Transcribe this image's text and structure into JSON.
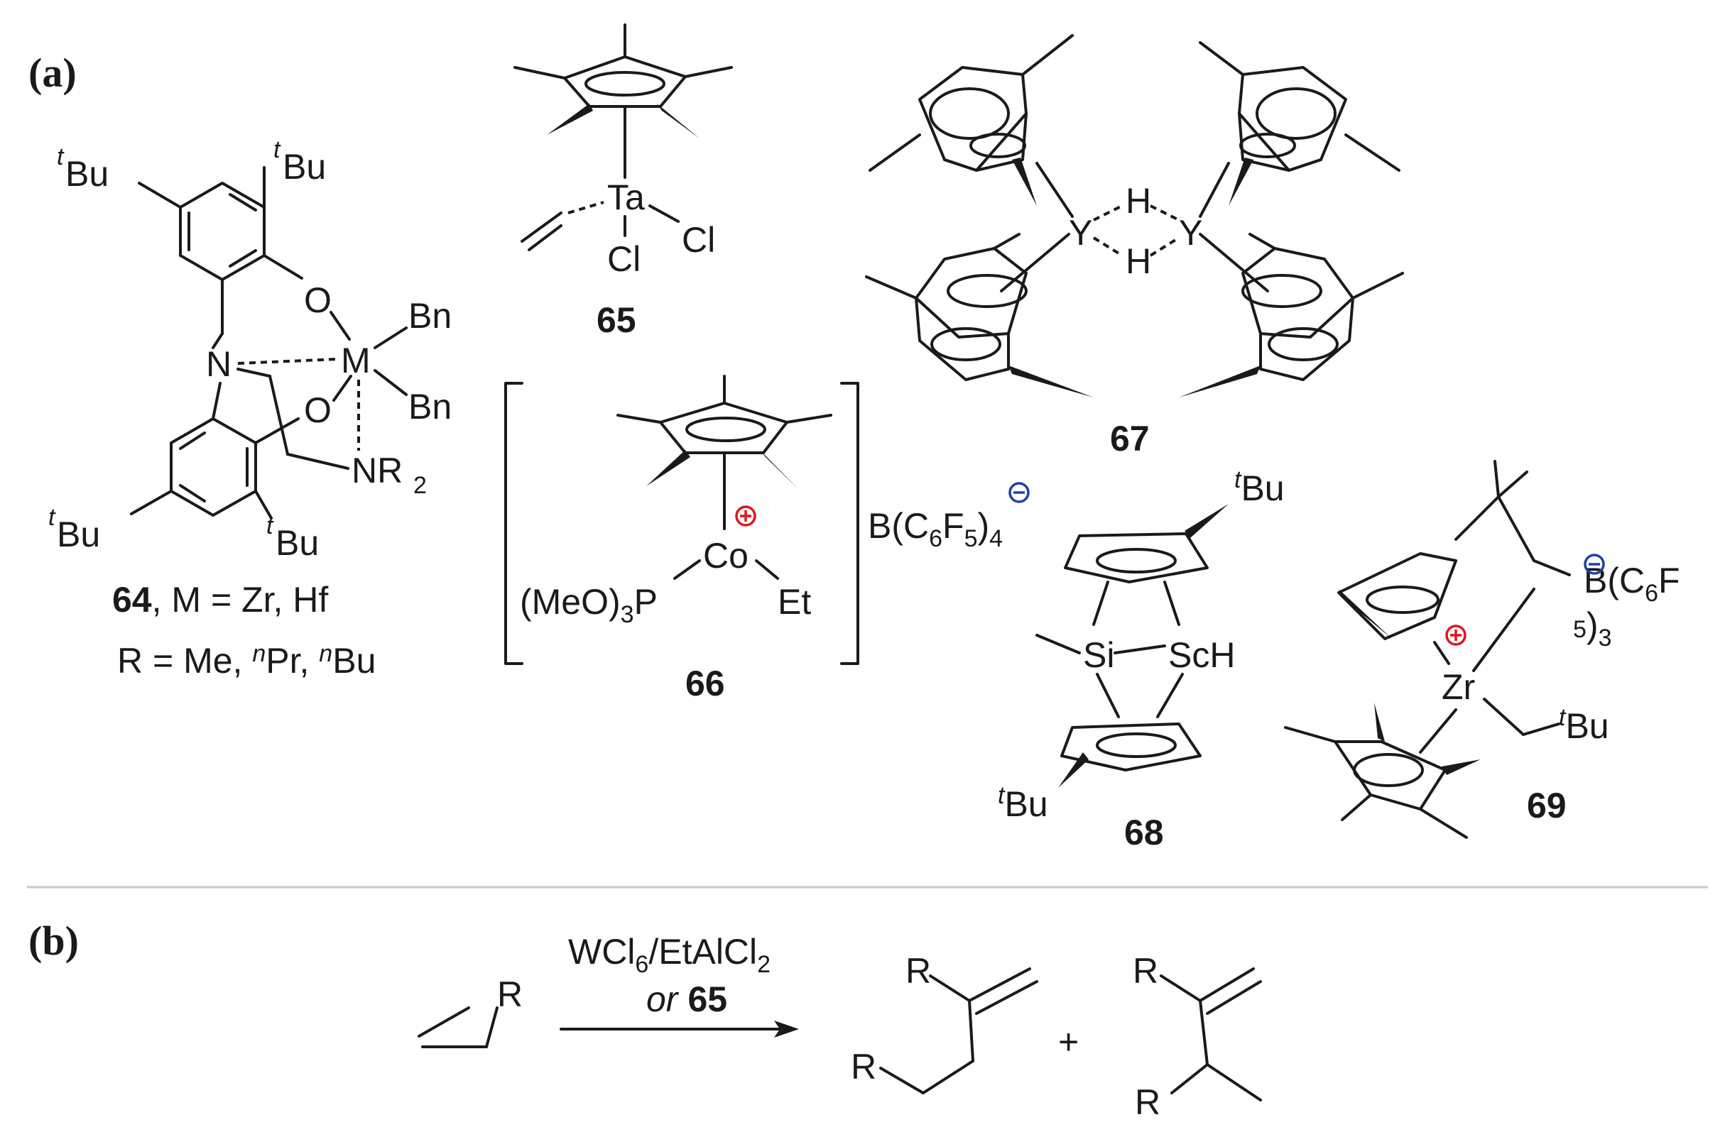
{
  "panels": {
    "a": "(a)",
    "b": "(b)"
  },
  "compounds": {
    "c64": {
      "number": "64",
      "caption1_rest": ", M = Zr, Hf",
      "caption2": "R = Me, ",
      "caption2_n1": "n",
      "caption2_pr": "Pr, ",
      "caption2_n2": "n",
      "caption2_bu": "Bu",
      "atoms": {
        "O1": "O",
        "O2": "O",
        "N": "N",
        "M": "M",
        "Bn1": "Bn",
        "Bn2": "Bn",
        "NR2": "NR",
        "NR2_sub": "2"
      },
      "tbu": {
        "t": "t",
        "bu": "Bu"
      }
    },
    "c65": {
      "number": "65",
      "metal": "Ta",
      "cl1": "Cl",
      "cl2": "Cl"
    },
    "c66": {
      "number": "66",
      "metal": "Co",
      "ligand_left": "(MeO)",
      "ligand_left_sub": "3",
      "ligand_left_p": "P",
      "ligand_right": "Et",
      "anion": "B(C",
      "anion_sub1": "6",
      "anion_f": "F",
      "anion_sub2": "5",
      "anion_close": ")",
      "anion_sub3": "4"
    },
    "c67": {
      "number": "67",
      "y1": "Y",
      "y2": "Y",
      "h1": "H",
      "h2": "H"
    },
    "c68": {
      "number": "68",
      "si": "Si",
      "sch": "ScH",
      "tbu_t": "t",
      "tbu_bu": "Bu"
    },
    "c69": {
      "number": "69",
      "metal": "Zr",
      "boron": "B(C",
      "boron_sub": "6",
      "boron_f": "F",
      "boron_line2_sub1": "5",
      "boron_line2": ")",
      "boron_line2_sub2": "3",
      "tbu_t": "t",
      "tbu_bu": "Bu"
    }
  },
  "reaction_b": {
    "reagent_line1": "WCl",
    "reagent_line1_sub": "6",
    "reagent_line1_rest": "/EtAlCl",
    "reagent_line1_sub2": "2",
    "reagent_line2_or": "or",
    "reagent_line2_num": "65",
    "substituent": "R",
    "plus": "+"
  },
  "colors": {
    "ink": "#1a1a1a",
    "positive_charge": "#e0141e",
    "negative_charge": "#1f3fa8",
    "divider": "#c8c8c8"
  }
}
